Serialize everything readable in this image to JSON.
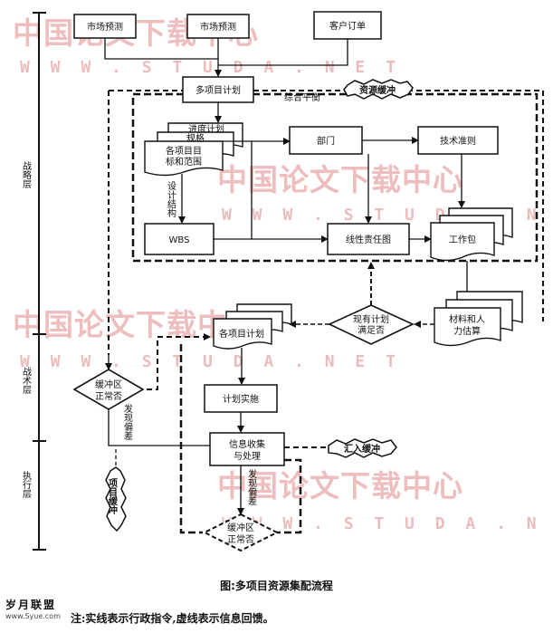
{
  "watermark": {
    "text_cn": "中国论文下载中心",
    "text_url": "W W W . S T U D A . N E T"
  },
  "layers": {
    "strategic": "战略层",
    "tactical": "战术层",
    "execution": "执行层"
  },
  "nodes": {
    "market_forecast_1": "市场预测",
    "market_forecast_2": "市场预测",
    "customer_order": "客户订单",
    "multi_project_plan": "多项目计划",
    "overall_balance": "综合平衡",
    "resource_buffer": "资源缓冲",
    "progress_plan": "进度计划",
    "spec": "规格",
    "project_goals_line1": "各项目目",
    "project_goals_line2": "标和范围",
    "department": "部门",
    "tech_standard": "技术准则",
    "design_structure": "设计结构",
    "wbs": "WBS",
    "ram": "线性责任图",
    "work_package": "工作包",
    "material_line1": "材料和人",
    "material_line2": "力估算",
    "plan_ok_line1": "现有计划",
    "plan_ok_line2": "满足否",
    "each_project_plan": "各项目计划",
    "buffer_ok_line1": "缓冲区",
    "buffer_ok_line2": "正常否",
    "deviation_found": "发现偏差",
    "plan_implementation": "计划实施",
    "info_line1": "信息收集",
    "info_line2": "与处理",
    "feed_buffer": "汇入缓冲",
    "project_buffer": "项目缓冲",
    "deviation_found_2": "发现偏差",
    "buffer_ok2_line1": "缓冲区",
    "buffer_ok2_line2": "正常否"
  },
  "caption": "图:多项目资源集配流程",
  "note": "注:实线表示行政指令,虚线表示信息回馈。",
  "logo": {
    "name": "岁月联盟",
    "url": "www.Syue.com"
  }
}
